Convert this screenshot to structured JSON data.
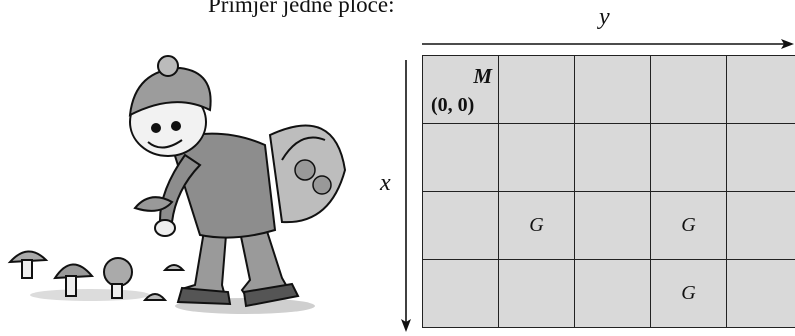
{
  "caption": "Primjer jedne ploče:",
  "axes": {
    "y_label": "y",
    "x_label": "x"
  },
  "grid": {
    "rows": 4,
    "cols": 5,
    "cells": [
      [
        {
          "main": "",
          "top": "M",
          "coord": "(0, 0)"
        },
        {
          "main": ""
        },
        {
          "main": ""
        },
        {
          "main": ""
        },
        {
          "main": ""
        }
      ],
      [
        {
          "main": ""
        },
        {
          "main": ""
        },
        {
          "main": ""
        },
        {
          "main": ""
        },
        {
          "main": ""
        }
      ],
      [
        {
          "main": ""
        },
        {
          "main": "G"
        },
        {
          "main": ""
        },
        {
          "main": "G"
        },
        {
          "main": ""
        }
      ],
      [
        {
          "main": ""
        },
        {
          "main": ""
        },
        {
          "main": ""
        },
        {
          "main": "G"
        },
        {
          "main": ""
        }
      ]
    ]
  },
  "illustration": "boy-picking-mushrooms"
}
